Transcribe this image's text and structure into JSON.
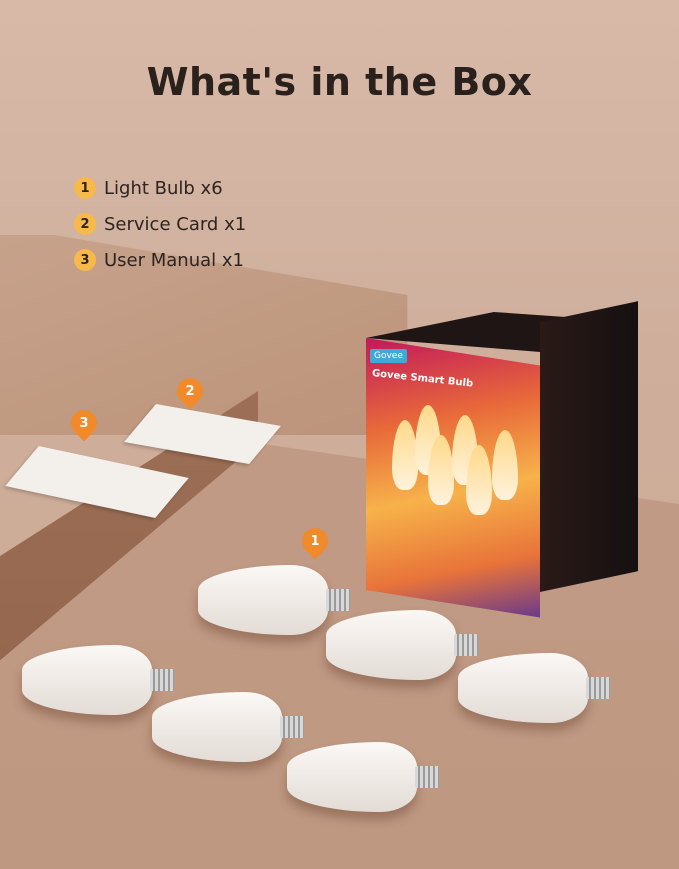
{
  "title": "What's in the Box",
  "items": [
    {
      "num": "1",
      "label": "Light Bulb x6"
    },
    {
      "num": "2",
      "label": "Service Card x1"
    },
    {
      "num": "3",
      "label": "User Manual x1"
    }
  ],
  "box": {
    "brand": "Govee",
    "name": "Govee Smart Bulb"
  },
  "colors": {
    "badge": "#f7b94a",
    "pin": "#f08a2a",
    "title": "#2a211d"
  }
}
